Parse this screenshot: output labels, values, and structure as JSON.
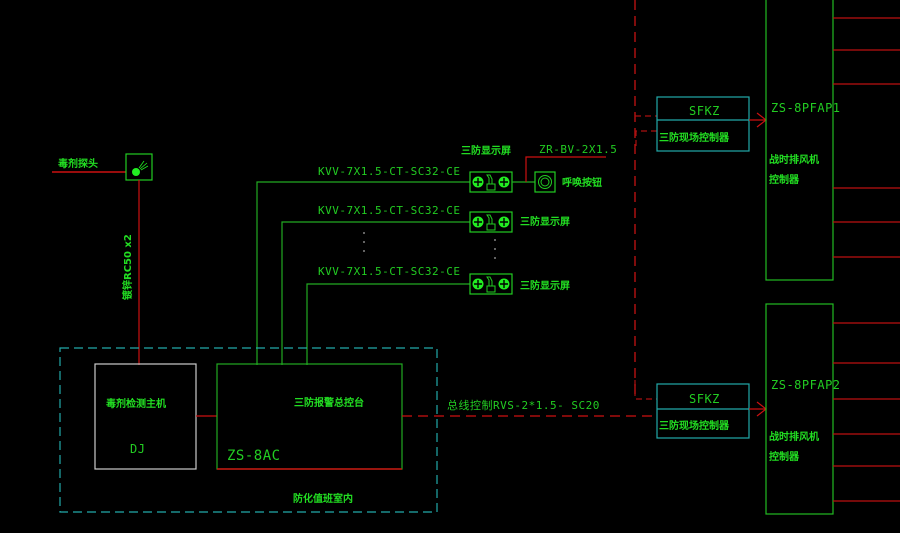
{
  "colors": {
    "background": "#000000",
    "green": "#22cc22",
    "red": "#cc1111",
    "cyan": "#22aaaa",
    "white": "#cccccc"
  },
  "sensor": {
    "label": "毒剂探头",
    "icon": "detector-probe-icon"
  },
  "sensor_cable": "镀锌RC50 x2",
  "cables": [
    {
      "label": "KVV-7X1.5-CT-SC32-CE"
    },
    {
      "label": "KVV-7X1.5-CT-SC32-CE"
    },
    {
      "label": "KVV-7X1.5-CT-SC32-CE"
    }
  ],
  "displays": [
    {
      "label": "三防显示屏"
    },
    {
      "label": "三防显示屏"
    },
    {
      "label": "三防显示屏"
    }
  ],
  "buzzer": {
    "cable": "ZR-BV-2X1.5",
    "label": "呼唤按钮"
  },
  "ellipsis": "· · ·",
  "detector_host": {
    "title": "毒剂检测主机",
    "code": "DJ"
  },
  "control_panel": {
    "title": "三防报警总控台",
    "code": "ZS-8AC"
  },
  "room": {
    "label": "防化值班室内"
  },
  "bus_cable": "总线控制RVS-2*1.5- SC20",
  "field_controllers": [
    {
      "code": "SFKZ",
      "label": "三防现场控制器"
    },
    {
      "code": "SFKZ",
      "label": "三防现场控制器"
    }
  ],
  "fan_controllers": [
    {
      "code": "ZS-8PFAP1",
      "label_line1": "战时排风机",
      "label_line2": "控制器"
    },
    {
      "code": "ZS-8PFAP2",
      "label_line1": "战时排风机",
      "label_line2": "控制器"
    }
  ]
}
